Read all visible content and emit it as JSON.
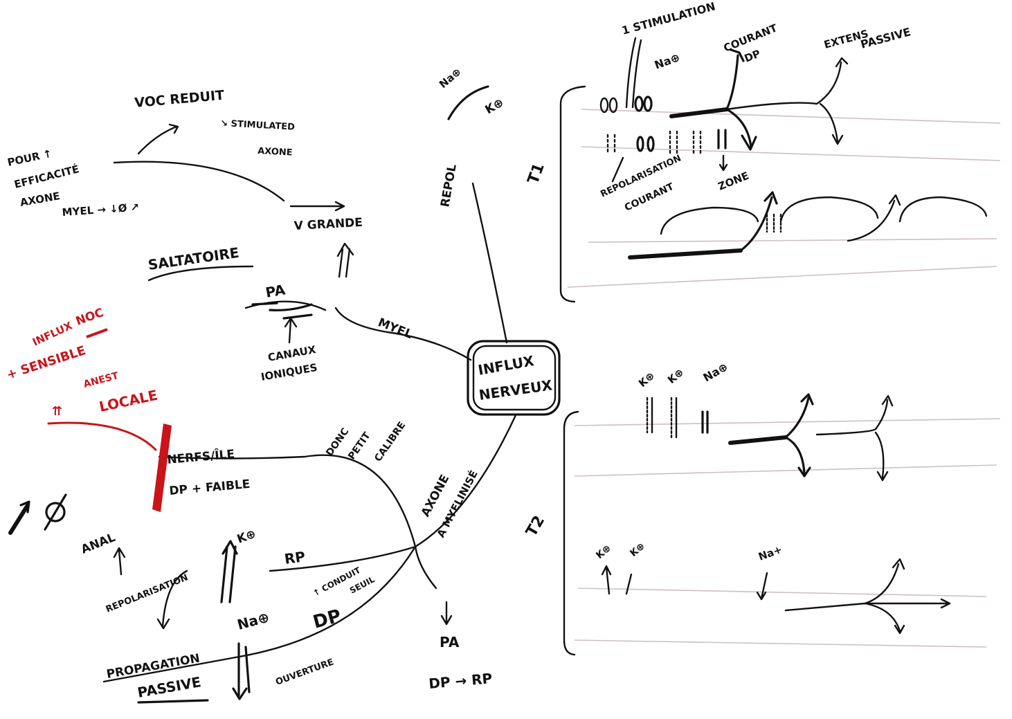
{
  "central": {
    "line1": "INFLUX",
    "line2": "NERVEUX"
  },
  "left_map": {
    "factors": {
      "l1": "POUR ↑",
      "l2": "EFFICACITÉ",
      "l3": "AXONE",
      "l4": "MYEL → ↓Ø ↗"
    },
    "voc_reduit": "VOC REDUIT",
    "stimulated": "↘ STIMULATED",
    "axone_word": "AXONE",
    "v_grande": "V GRANDE",
    "saltatoire": "SALTATOIRE",
    "pa": "PA",
    "canaux": {
      "l1": "CANAUX",
      "l2": "IONIQUES"
    },
    "myel": "MYEL",
    "red_note": {
      "l1": "INFLUX",
      "l2": "NOC",
      "l3": "+ SENSIBLE",
      "l4": "ANEST",
      "l5": "LOCALE"
    },
    "dp_arrows": "⇈",
    "nerf_label": "NERFS/ÎLE",
    "dp_faible": "DP + FAIBLE",
    "up_phi": "↗Ø",
    "diam": {
      "l1": "DONC",
      "l2": "PETIT",
      "l3": "CALIBRE"
    },
    "axone_branch": "AXONE",
    "amyel_branch": "A MYELINISÉ",
    "anal": "ANAL",
    "repolarisation": "REPOLARISATION",
    "k_plus": "K⊕",
    "rp": "RP",
    "conduction": {
      "l1": "↑ CONDUIT",
      "l2": "SEUIL"
    },
    "dp": "DP",
    "na_plus": "Na⊕",
    "propagation": "PROPAGATION",
    "passive": "PASSIVE",
    "ouverture": "OUVERTURE",
    "pa_bottom": "PA",
    "dp_rp": "DP → RP",
    "na_top": "Na⊕",
    "k_top": "K⊕",
    "repol_top": "REPOL"
  },
  "right_diagrams": {
    "t1": {
      "label": "T1",
      "stimulation": "1 STIMULATION",
      "na_plus": "Na⊕",
      "courant_dp": {
        "l1": "COURANT",
        "l2": "DP"
      },
      "extens_passive": {
        "l1": "EXTENS",
        "l2": "PASSIVE"
      },
      "repolarisation_courant": {
        "l1": "REPOLARISATION",
        "l2": "COURANT"
      },
      "zone": "ZONE"
    },
    "t2": {
      "label": "T2",
      "k1": "K⊕",
      "k2": "K⊕",
      "na": "Na⊕",
      "k3": "K⊕",
      "k4": "K⊕",
      "na2": "Na+"
    }
  }
}
